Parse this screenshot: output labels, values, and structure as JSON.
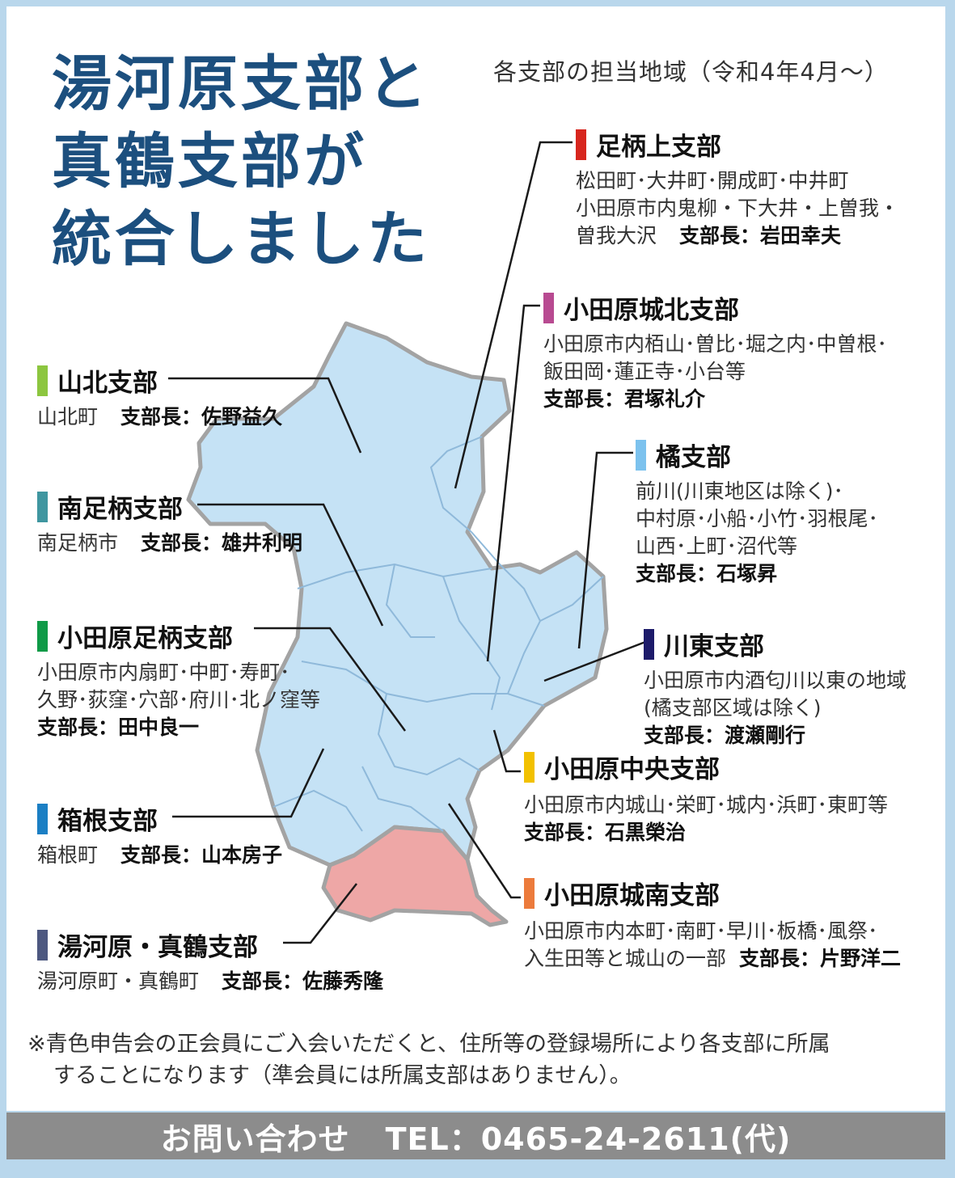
{
  "title_lines": [
    "湯河原支部と",
    "真鶴支部が",
    "統合しました"
  ],
  "subtitle": "各支部の担当地域（令和4年4月～）",
  "chief_label": "支部長：",
  "colors": {
    "map_fill": "#c5e2f5",
    "map_outline": "#a3a3a3",
    "inner_border": "#8fb9da",
    "yugawara_fill": "#eea7a6",
    "title": "#1c4f7e",
    "contact_bar": "#8c8c8c"
  },
  "branches": [
    {
      "id": "ashigarakami",
      "name": "足柄上支部",
      "color": "#d7261e",
      "area_lines": [
        "松田町･大井町･開成町･中井町",
        "小田原市内鬼柳・下大井・上曽我・",
        "曽我大沢"
      ],
      "chief": "岩田幸夫"
    },
    {
      "id": "odawarajohoku",
      "name": "小田原城北支部",
      "color": "#b84a91",
      "area_lines": [
        "小田原市内栢山･曽比･堀之内･中曽根･",
        "飯田岡･蓮正寺･小台等"
      ],
      "chief": "君塚礼介"
    },
    {
      "id": "tachibana",
      "name": "橘支部",
      "color": "#7cc2ee",
      "area_lines": [
        "前川(川東地区は除く)･",
        "中村原･小船･小竹･羽根尾･",
        "山西･上町･沼代等"
      ],
      "chief": "石塚昇"
    },
    {
      "id": "kawahigashi",
      "name": "川東支部",
      "color": "#1d1b6a",
      "area_lines": [
        "小田原市内酒匂川以東の地域",
        "(橘支部区域は除く)"
      ],
      "chief": "渡瀬剛行"
    },
    {
      "id": "odawarachuo",
      "name": "小田原中央支部",
      "color": "#f2c100",
      "area_lines": [
        "小田原市内城山･栄町･城内･浜町･東町等"
      ],
      "chief": "石黒榮治"
    },
    {
      "id": "odawarajonan",
      "name": "小田原城南支部",
      "color": "#ec7b3c",
      "area_lines": [
        "小田原市内本町･南町･早川･板橋･風祭･",
        "入生田等と城山の一部"
      ],
      "chief": "片野洋二"
    },
    {
      "id": "sanhoku",
      "name": "山北支部",
      "color": "#8cc63f",
      "area_lines": [
        "山北町"
      ],
      "chief": "佐野益久"
    },
    {
      "id": "minamiashigara",
      "name": "南足柄支部",
      "color": "#3f96a0",
      "area_lines": [
        "南足柄市"
      ],
      "chief": "雄井利明"
    },
    {
      "id": "odawaraashigara",
      "name": "小田原足柄支部",
      "color": "#0f9a47",
      "area_lines": [
        "小田原市内扇町･中町･寿町･",
        "久野･荻窪･穴部･府川･北ノ窪等"
      ],
      "chief": "田中良一"
    },
    {
      "id": "hakone",
      "name": "箱根支部",
      "color": "#1b7fc4",
      "area_lines": [
        "箱根町"
      ],
      "chief": "山本房子"
    },
    {
      "id": "yugawaramanazuru",
      "name": "湯河原・真鶴支部",
      "color": "#4d5880",
      "area_lines": [
        "湯河原町・真鶴町"
      ],
      "chief": "佐藤秀隆"
    }
  ],
  "note_lines": [
    "※青色申告会の正会員にご入会いただくと、住所等の登録場所により各支部に所属",
    "することになります（準会員には所属支部はありません）。"
  ],
  "contact": {
    "label": "お問い合わせ",
    "tel": "TEL：0465-24-2611(代)"
  }
}
